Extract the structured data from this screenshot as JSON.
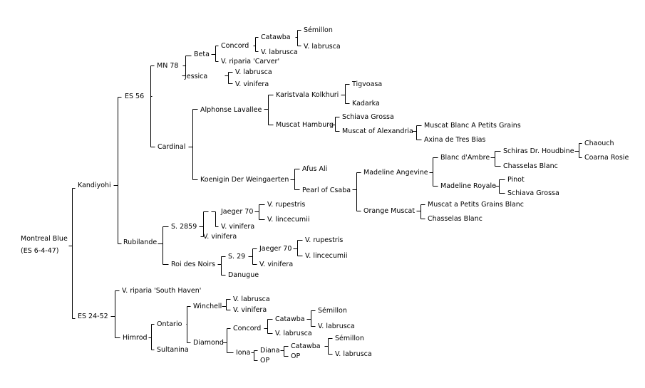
{
  "pedigree": {
    "root": {
      "line1": "Montreal Blue",
      "line2": "(ES 6-4-47)"
    },
    "labels": {
      "kandiyohi": "Kandiyohi",
      "es56": "ES 56",
      "mn78": "MN 78",
      "beta": "Beta",
      "concord_beta": "Concord",
      "catawba_beta": "Catawba",
      "semillon_1": "Sémillon",
      "labrusca_1": "V. labrusca",
      "labrusca_2": "V. labrusca",
      "riparia_carver": "V. riparia 'Carver'",
      "jessica": "Jessica",
      "labrusca_3": "V. labrusca",
      "vinifera_1": "V. vinifera",
      "cardinal": "Cardinal",
      "alphonse": "Alphonse Lavallee",
      "karistvala": "Karistvala Kolkhuri",
      "tigvoasa": "Tigvoasa",
      "kadarka": "Kadarka",
      "muscat_hamburg": "Muscat Hamburg",
      "schiava_grossa_1": "Schiava Grossa",
      "muscat_alexandria": "Muscat of Alexandria",
      "muscat_blanc_petits": "Muscat Blanc A Petits Grains",
      "axina": "Axina de Tres Bias",
      "koenigin": "Koenigin Der Weingaerten",
      "afus_ali": "Afus Ali",
      "pearl_csaba": "Pearl of Csaba",
      "madeline_angevine": "Madeline Angevine",
      "blanc_ambre": "Blanc d'Ambre",
      "schiras": "Schiras Dr. Houdbine",
      "chaouch": "Chaouch",
      "coarna_rosie": "Coarna Rosie",
      "chasselas_1": "Chasselas Blanc",
      "madeline_royale": "Madeline Royale",
      "pinot": "Pinot",
      "schiava_grossa_2": "Schiava Grossa",
      "orange_muscat": "Orange Muscat",
      "muscat_petits_blanc": "Muscat a Petits Grains Blanc",
      "chasselas_2": "Chasselas Blanc",
      "rubilande": "Rubilande",
      "s2859": "S. 2859",
      "jaeger70_1": "Jaeger 70",
      "rupestris_1": "V. rupestris",
      "lincecumii_1": "V. lincecumii",
      "vinifera_2": "V. vinifera",
      "vinifera_3": "V. vinifera",
      "roi_noirs": "Roi des Noirs",
      "s29": "S. 29",
      "jaeger70_2": "Jaeger 70",
      "rupestris_2": "V. rupestris",
      "lincecumii_2": "V. lincecumii",
      "vinifera_4": "V. vinifera",
      "danugue": "Danugue",
      "es2452": "ES 24-52",
      "riparia_south_haven": "V. riparia 'South Haven'",
      "himrod": "Himrod",
      "ontario": "Ontario",
      "winchell": "Winchell",
      "labrusca_4": "V. labrusca",
      "vinifera_5": "V. vinifera",
      "diamond": "Diamond",
      "concord_diamond": "Concord",
      "catawba_diamond": "Catawba",
      "semillon_2": "Sémillon",
      "labrusca_5": "V. labrusca",
      "labrusca_6": "V. labrusca",
      "iona": "Iona",
      "diana": "Diana",
      "catawba_diana": "Catawba",
      "semillon_3": "Sémillon",
      "labrusca_7": "V. labrusca",
      "op_1": "OP",
      "op_2": "OP",
      "sultanina": "Sultanina"
    }
  }
}
